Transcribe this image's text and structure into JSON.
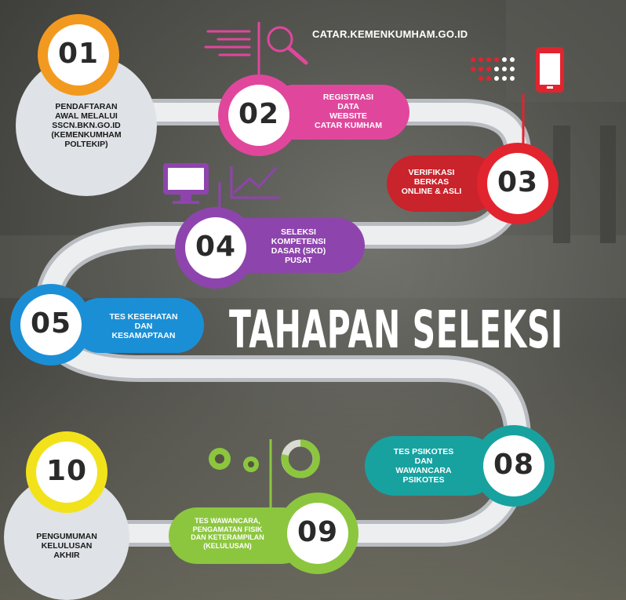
{
  "website": "CATAR.KEMENKUMHAM.GO.ID",
  "title": "TAHAPAN SELEKSI",
  "steps": [
    {
      "number": "01",
      "label": "PENDAFTARAN\nAWAL MELALUI\nSSCN.BKN.GO.ID\n(KEMENKUMHAM\nPOLTEKIP)",
      "color": "#f29a1f"
    },
    {
      "number": "02",
      "label": "REGISTRASI\nDATA\nWEBSITE\nCATAR KUMHAM",
      "color": "#e0479c"
    },
    {
      "number": "03",
      "label": "VERIFIKASI\nBERKAS\nONLINE & ASLI",
      "color": "#e2242f"
    },
    {
      "number": "04",
      "label": "SELEKSI\nKOMPETENSI\nDASAR (SKD)\nPUSAT",
      "color": "#8e44ad"
    },
    {
      "number": "05",
      "label": "TES KESEHATAN\nDAN\nKESAMAPTAAN",
      "color": "#1b8fd6"
    },
    {
      "number": "08",
      "label": "TES PSIKOTES\nDAN\nWAWANCARA\nPSIKOTES",
      "color": "#17a2a0"
    },
    {
      "number": "09",
      "label": "TES WAWANCARA,\nPENGAMATAN FISIK\nDAN KETERAMPILAN\n(KELULUSAN)",
      "color": "#8cc63f"
    },
    {
      "number": "10",
      "label": "PENGUMUMAN\nKELULUSAN\nAKHIR",
      "color": "#f2e21b"
    }
  ]
}
